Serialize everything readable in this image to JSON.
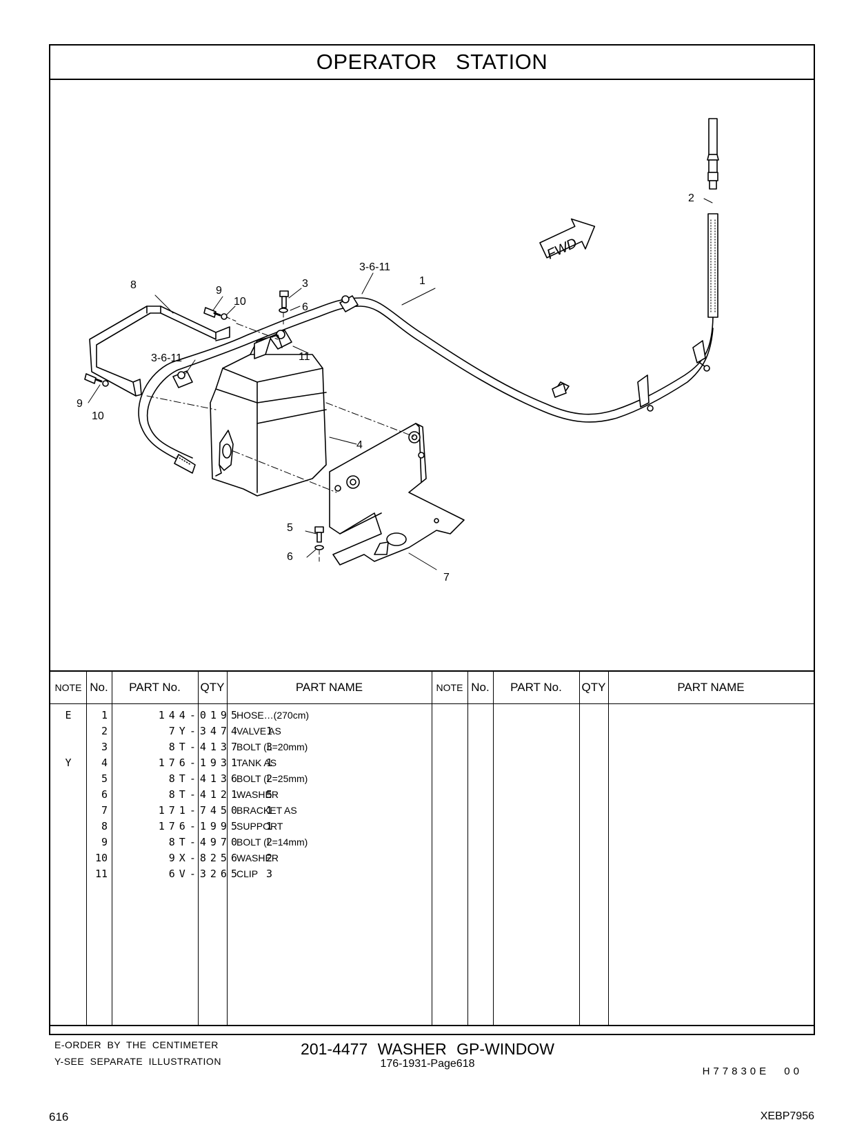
{
  "section_title": "OPERATOR STATION",
  "illustration": {
    "direction_label": "FWD",
    "callouts": [
      "2",
      "3-6-11",
      "1",
      "8",
      "9",
      "10",
      "3",
      "6",
      "11",
      "3-6-11",
      "9",
      "10",
      "4",
      "5",
      "6",
      "7"
    ]
  },
  "table": {
    "headers": {
      "note": "NOTE",
      "no": "No.",
      "part_no": "PART No.",
      "qty": "QTY",
      "part_name": "PART NAME"
    },
    "rows": [
      {
        "note": "E",
        "no": "1",
        "part_no": "144-0195",
        "qty": "",
        "name": "HOSE…(270cm)"
      },
      {
        "note": "",
        "no": "2",
        "part_no": "7Y-3474",
        "qty": "1",
        "name": "VALVE  AS"
      },
      {
        "note": "",
        "no": "3",
        "part_no": "8T-4137",
        "qty": "3",
        "name": "BOLT (L=20mm)"
      },
      {
        "note": "Y",
        "no": "4",
        "part_no": "176-1931",
        "qty": "1",
        "name": "TANK  AS"
      },
      {
        "note": "",
        "no": "5",
        "part_no": "8T-4136",
        "qty": "2",
        "name": "BOLT (L=25mm)"
      },
      {
        "note": "",
        "no": "6",
        "part_no": "8T-4121",
        "qty": "5",
        "name": "WASHER"
      },
      {
        "note": "",
        "no": "7",
        "part_no": "171-7450",
        "qty": "1",
        "name": "BRACKET  AS"
      },
      {
        "note": "",
        "no": "8",
        "part_no": "176-1995",
        "qty": "1",
        "name": "SUPPORT"
      },
      {
        "note": "",
        "no": "9",
        "part_no": "8T-4970",
        "qty": "2",
        "name": "BOLT (L=14mm)"
      },
      {
        "note": "",
        "no": "10",
        "part_no": "9X-8256",
        "qty": "2",
        "name": "WASHER"
      },
      {
        "note": "",
        "no": "11",
        "part_no": "6V-3265",
        "qty": "3",
        "name": "CLIP"
      }
    ]
  },
  "notes": [
    "E-ORDER  BY  THE  CENTIMETER",
    "Y-SEE  SEPARATE  ILLUSTRATION"
  ],
  "drawing_code": "H77830E  00",
  "group_title": "201-4477  WASHER  GP-WINDOW",
  "subtitle": "176-1931-Page618",
  "page_number": "616",
  "doc_code": "XEBP7956"
}
